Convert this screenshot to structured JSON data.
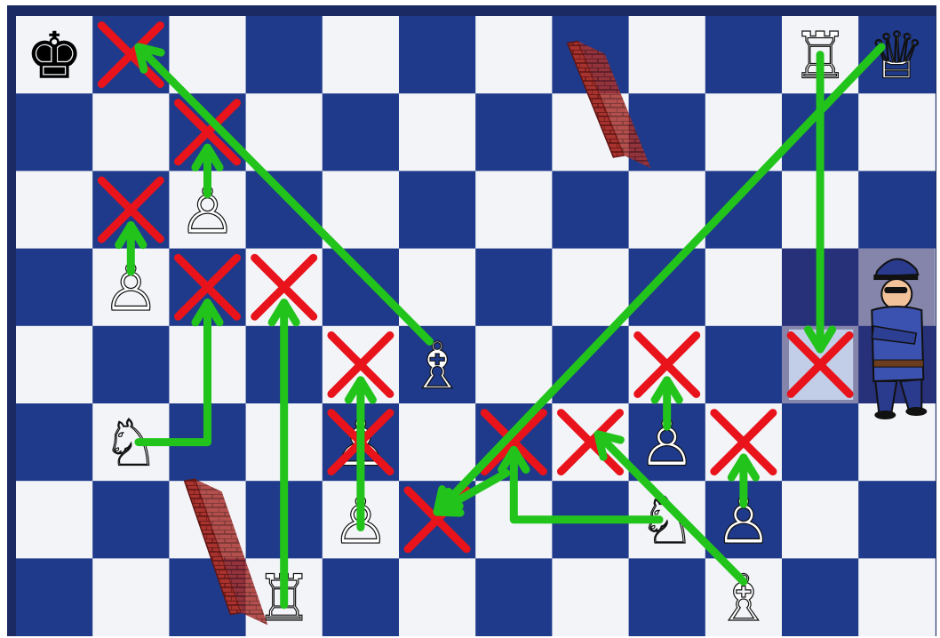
{
  "board": {
    "files": 12,
    "ranks": 8,
    "light_color": "#f2f4f8",
    "dark_color": "#1f3a8a",
    "frame_color": "#1c2a63"
  },
  "pieces": [
    {
      "type": "king",
      "color": "black",
      "file": 0,
      "rank": 0,
      "glyph": "♚"
    },
    {
      "type": "rook",
      "color": "white",
      "file": 10,
      "rank": 0,
      "glyph": "♖"
    },
    {
      "type": "queen",
      "color": "white",
      "file": 11,
      "rank": 0,
      "glyph": "♕"
    },
    {
      "type": "pawn",
      "color": "white",
      "file": 2,
      "rank": 2,
      "glyph": "♙"
    },
    {
      "type": "pawn",
      "color": "white",
      "file": 1,
      "rank": 3,
      "glyph": "♙"
    },
    {
      "type": "bishop",
      "color": "white",
      "file": 5,
      "rank": 4,
      "glyph": "♗"
    },
    {
      "type": "knight",
      "color": "white",
      "file": 1,
      "rank": 5,
      "glyph": "♘"
    },
    {
      "type": "pawn",
      "color": "white",
      "file": 4,
      "rank": 5,
      "glyph": "♙"
    },
    {
      "type": "pawn",
      "color": "white",
      "file": 8,
      "rank": 5,
      "glyph": "♙"
    },
    {
      "type": "pawn",
      "color": "white",
      "file": 4,
      "rank": 6,
      "glyph": "♙"
    },
    {
      "type": "knight",
      "color": "white",
      "file": 8,
      "rank": 6,
      "glyph": "♘"
    },
    {
      "type": "pawn",
      "color": "white",
      "file": 9,
      "rank": 6,
      "glyph": "♙"
    },
    {
      "type": "rook",
      "color": "white",
      "file": 3,
      "rank": 7,
      "glyph": "♖"
    },
    {
      "type": "bishop",
      "color": "white",
      "file": 9,
      "rank": 7,
      "glyph": "♗"
    }
  ],
  "crosses": [
    {
      "file": 1,
      "rank": 0
    },
    {
      "file": 2,
      "rank": 1
    },
    {
      "file": 1,
      "rank": 2
    },
    {
      "file": 2,
      "rank": 3
    },
    {
      "file": 3,
      "rank": 3
    },
    {
      "file": 4,
      "rank": 4
    },
    {
      "file": 8,
      "rank": 4
    },
    {
      "file": 10,
      "rank": 4
    },
    {
      "file": 4,
      "rank": 5
    },
    {
      "file": 6,
      "rank": 5
    },
    {
      "file": 7,
      "rank": 5
    },
    {
      "file": 9,
      "rank": 5
    },
    {
      "file": 5,
      "rank": 6
    }
  ],
  "arrows": [
    {
      "name": "bishop-long-diagonal",
      "points": [
        [
          5.4,
          4.2
        ],
        [
          1.6,
          0.4
        ]
      ]
    },
    {
      "name": "queen-diagonal",
      "points": [
        [
          11.3,
          0.4
        ],
        [
          5.5,
          6.4
        ]
      ]
    },
    {
      "name": "rook-down-file",
      "points": [
        [
          10.5,
          0.5
        ],
        [
          10.5,
          4.3
        ]
      ]
    },
    {
      "name": "pawn-b-advance",
      "points": [
        [
          1.5,
          3.3
        ],
        [
          1.5,
          2.7
        ]
      ]
    },
    {
      "name": "pawn-c-advance",
      "points": [
        [
          2.5,
          2.3
        ],
        [
          2.5,
          1.7
        ]
      ]
    },
    {
      "name": "knight-l-move",
      "points": [
        [
          1.6,
          5.5
        ],
        [
          2.5,
          5.5
        ],
        [
          2.5,
          3.7
        ]
      ]
    },
    {
      "name": "rook-up-file",
      "points": [
        [
          3.5,
          7.6
        ],
        [
          3.5,
          3.7
        ]
      ]
    },
    {
      "name": "pawn-e-double",
      "points": [
        [
          4.5,
          6.6
        ],
        [
          4.5,
          4.7
        ]
      ]
    },
    {
      "name": "pawn-i-advance",
      "points": [
        [
          8.5,
          5.3
        ],
        [
          8.5,
          4.7
        ]
      ]
    },
    {
      "name": "pawn-j-advance",
      "points": [
        [
          9.5,
          6.3
        ],
        [
          9.5,
          5.7
        ]
      ]
    },
    {
      "name": "knight-back-l",
      "points": [
        [
          8.4,
          6.5
        ],
        [
          6.5,
          6.5
        ],
        [
          6.5,
          5.6
        ]
      ]
    },
    {
      "name": "bishop-up-diagonal",
      "points": [
        [
          9.5,
          7.3
        ],
        [
          7.6,
          5.4
        ]
      ]
    },
    {
      "name": "knight-jump-capture",
      "points": [
        [
          6.4,
          5.9
        ],
        [
          5.5,
          6.4
        ]
      ]
    }
  ],
  "walls": [
    {
      "name": "top-wall",
      "from": [
        7.2,
        0.35
      ],
      "to": [
        7.8,
        1.8
      ]
    },
    {
      "name": "bottom-wall",
      "from": [
        2.2,
        6.0
      ],
      "to": [
        2.8,
        7.7
      ]
    }
  ],
  "guard_zone": {
    "file_start": 10,
    "file_end": 12,
    "rank_start": 3,
    "rank_end": 5,
    "label": "police-guard"
  },
  "colors": {
    "arrow": "#22c41c",
    "cross": "#e8131b",
    "wall": "#a8322e",
    "guard_zone": "#2b2a6e"
  }
}
